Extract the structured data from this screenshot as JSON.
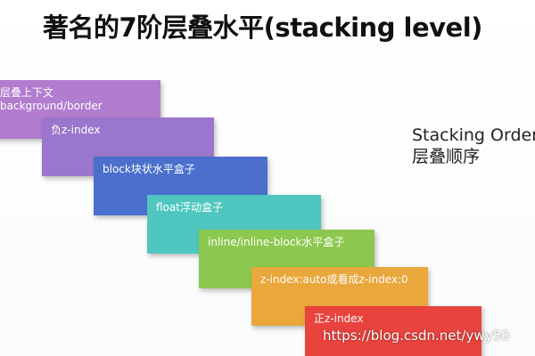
{
  "title": "著名的7阶层叠水平(stacking level)",
  "steps": [
    {
      "lines": [
        "层叠上下文",
        "background/border"
      ],
      "color": "#b27ccf"
    },
    {
      "lines": [
        "负z-index"
      ],
      "color": "#9a77cc"
    },
    {
      "lines": [
        "block块状水平盒子"
      ],
      "color": "#4b6fcc"
    },
    {
      "lines": [
        "float浮动盒子"
      ],
      "color": "#4fc7c0"
    },
    {
      "lines": [
        "inline/inline-block水平盒子"
      ],
      "color": "#8cc84f"
    },
    {
      "lines": [
        "z-index:auto或看成z-index:0"
      ],
      "color": "#e9a73c"
    },
    {
      "lines": [
        "正z-index"
      ],
      "color": "#e8433d"
    }
  ],
  "side_note": {
    "line1": "Stacking Order",
    "line2": "层叠顺序"
  },
  "watermark": "https://blog.csdn.net/ywy50"
}
